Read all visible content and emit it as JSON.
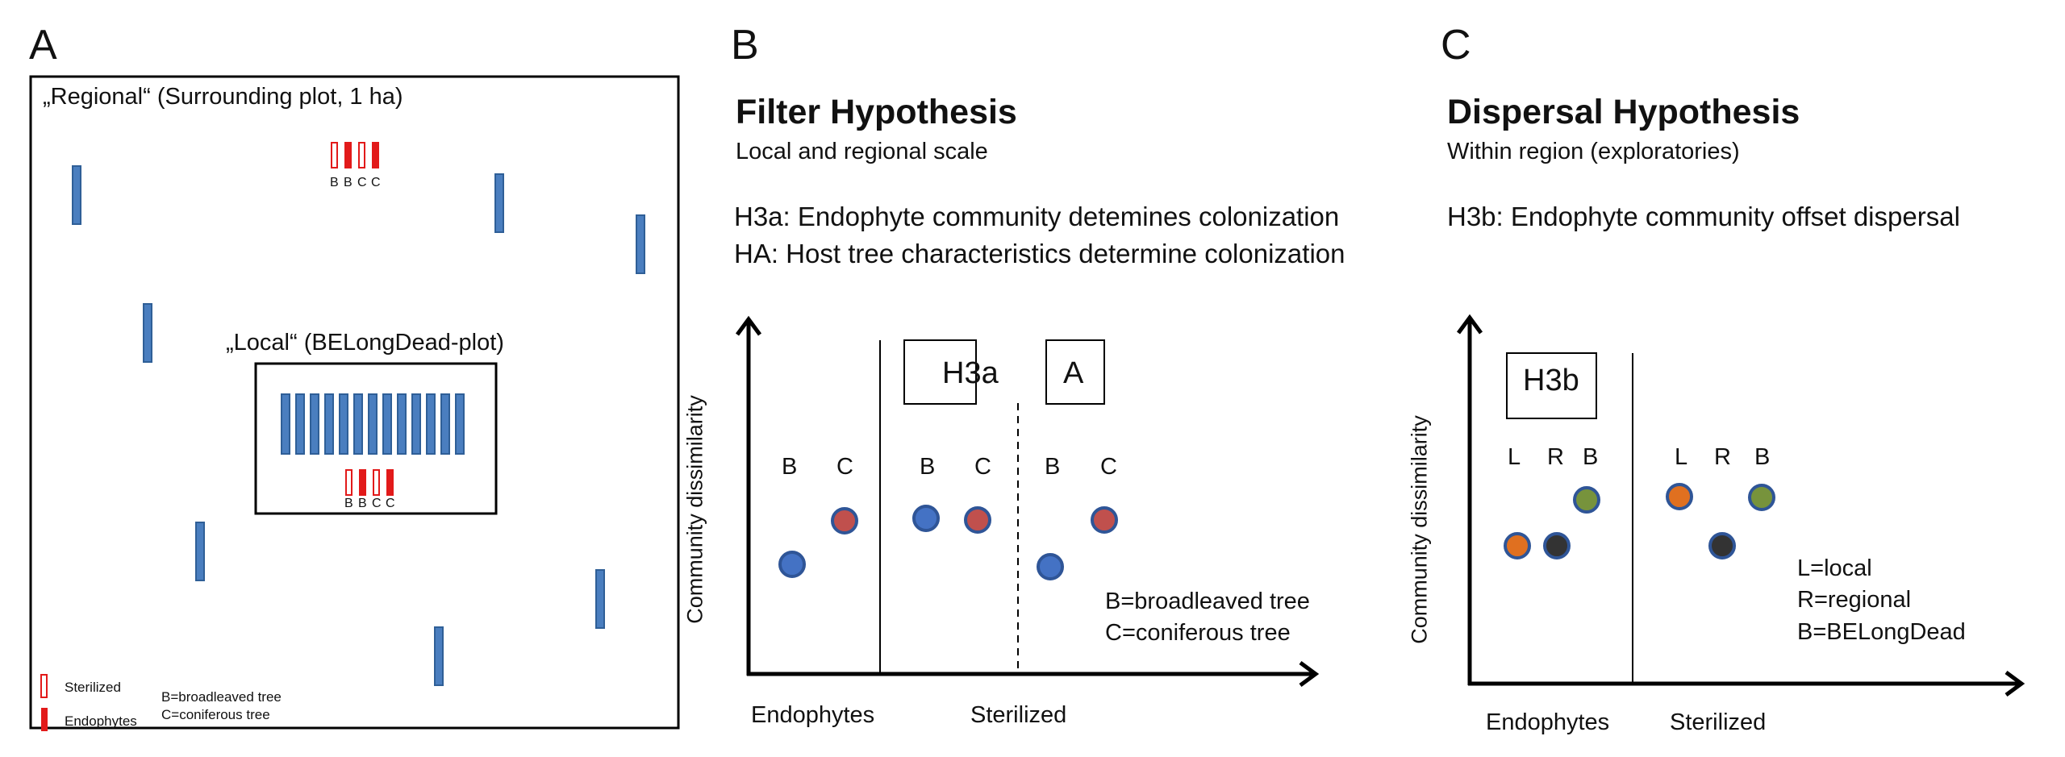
{
  "panel_a": {
    "letter": "A",
    "regional_label": "„Regional“ (Surrounding plot, 1 ha)",
    "local_label": "„Local“ (BELongDead-plot)",
    "regional_cluster_letters": [
      "B",
      "B",
      "C",
      "C"
    ],
    "local_cluster_letters": [
      "B",
      "B",
      "C",
      "C"
    ],
    "legend": {
      "sterilized": "Sterilized",
      "endophytes": "Endophytes",
      "broadleaved": "B=broadleaved tree",
      "coniferous": "C=coniferous tree"
    },
    "colors": {
      "log": "#4a7ebf",
      "log_edge": "#2f5f97",
      "red": "#e21a1a"
    }
  },
  "panel_b": {
    "letter": "B",
    "title": "Filter Hypothesis",
    "subtitle": "Local and regional scale",
    "h3a_text": "H3a: Endophyte community detemines colonization",
    "ha_text": "HA: Host tree characteristics determine colonization",
    "box_h3a": "H3a",
    "box_a": "A",
    "ylabel": "Community dissimilarity",
    "xlabel_left": "Endophytes",
    "xlabel_right": "Sterilized",
    "point_letters": [
      "B",
      "C",
      "B",
      "C",
      "B",
      "C"
    ],
    "legend_b": "B=broadleaved tree",
    "legend_c": "C=coniferous tree",
    "colors": {
      "broadleaved": "#4472c4",
      "coniferous": "#c0504d",
      "edge": "#2f5597"
    }
  },
  "panel_c": {
    "letter": "C",
    "title": "Dispersal Hypothesis",
    "subtitle": "Within region (exploratories)",
    "h3b_text": "H3b: Endophyte community offset dispersal",
    "box_h3b": "H3b",
    "ylabel": "Community dissimilarity",
    "xlabel_left": "Endophytes",
    "xlabel_right": "Sterilized",
    "point_letters": [
      "L",
      "R",
      "B",
      "L",
      "R",
      "B"
    ],
    "legend_l": "L=local",
    "legend_r": "R=regional",
    "legend_b": "B=BELongDead",
    "colors": {
      "local": "#e07020",
      "regional": "#333333",
      "belongdead": "#77933c",
      "edge": "#2f5597"
    }
  }
}
